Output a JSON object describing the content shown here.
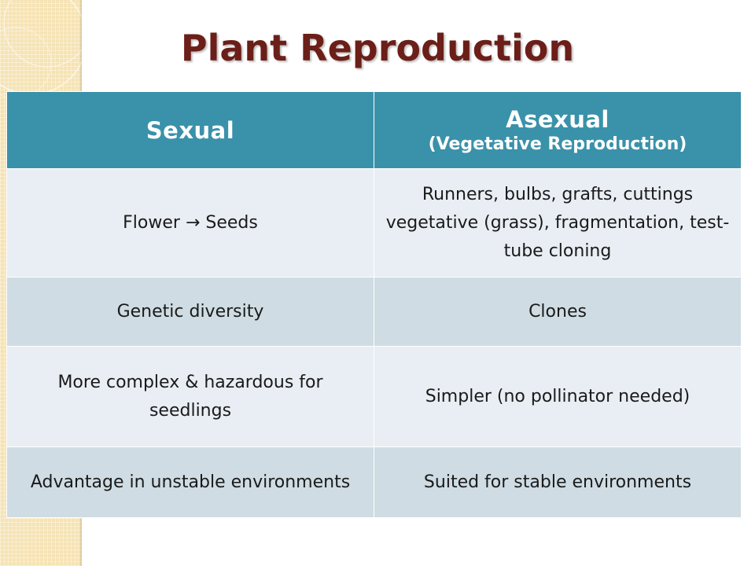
{
  "slide": {
    "title": "Plant Reproduction"
  },
  "table": {
    "header": {
      "col1": "Sexual",
      "col2_main": "Asexual",
      "col2_sub": "(Vegetative Reproduction)"
    },
    "rows": [
      {
        "left": "Flower  → Seeds",
        "right": "Runners, bulbs, grafts, cuttings vegetative (grass), fragmentation, test-tube cloning"
      },
      {
        "left": "Genetic diversity",
        "right": "Clones"
      },
      {
        "left": "More complex & hazardous for seedlings",
        "right": "Simpler (no pollinator needed)"
      },
      {
        "left": "Advantage in unstable environments",
        "right": "Suited for stable environments"
      }
    ]
  },
  "colors": {
    "title": "#6b1f18",
    "header_bg": "#3a91aa",
    "row_light": "#e8eef3",
    "row_dark": "#cfdce3",
    "strip": "#f6e3b4"
  }
}
